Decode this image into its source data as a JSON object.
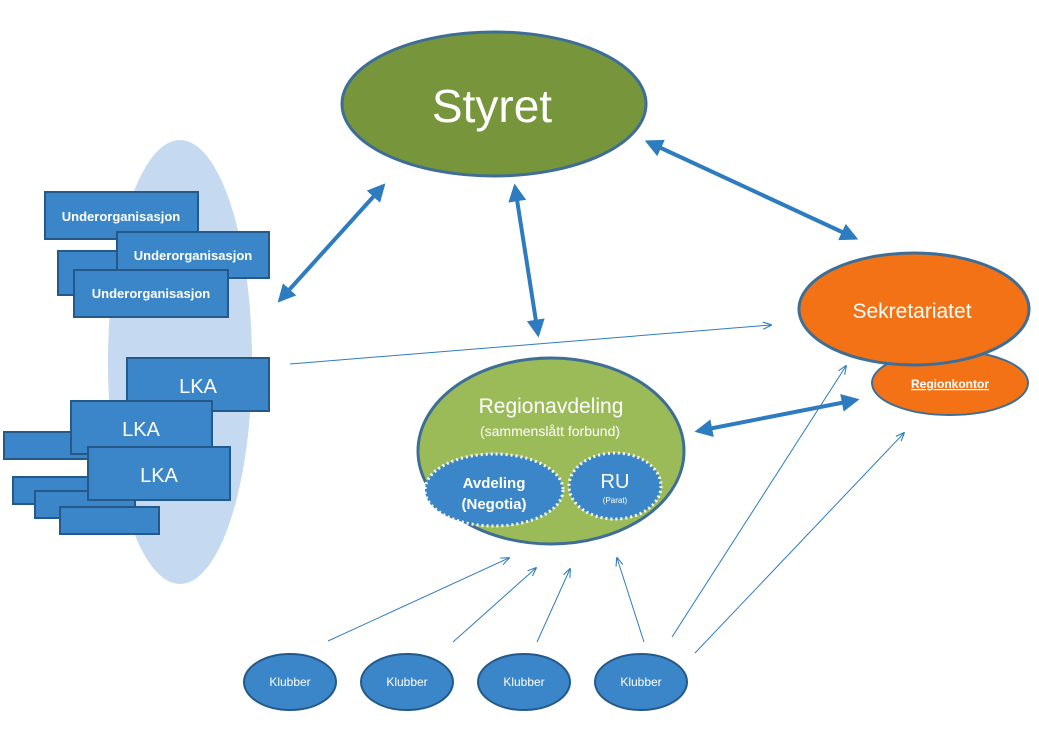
{
  "colors": {
    "background": "#ffffff",
    "styret_fill": "#77963b",
    "styret_stroke": "#3e6e95",
    "box_fill": "#3a86c8",
    "box_stroke": "#24598a",
    "left_ellipse": "#c5d9f1",
    "region_fill": "#9bbb59",
    "sekretariat_fill": "#f47216",
    "arrow": "#2e7cc0"
  },
  "nodes": {
    "styret": "Styret",
    "sekretariatet": "Sekretariatet",
    "regionkontor": "Regionkontor",
    "regionavdeling": {
      "title": "Regionavdeling",
      "subtitle": "(sammenslått forbund)"
    },
    "avdeling": {
      "line1": "Avdeling",
      "line2": "(Negotia)"
    },
    "ru": {
      "title": "RU",
      "subtitle": "(Parat)"
    },
    "underorganisasjon": [
      "Underorganisasjon",
      "Underorganisasjon",
      "Underorganisasjon"
    ],
    "lka": [
      "LKA",
      "LKA",
      "LKA"
    ],
    "klubber": [
      "Klubber",
      "Klubber",
      "Klubber",
      "Klubber"
    ]
  }
}
